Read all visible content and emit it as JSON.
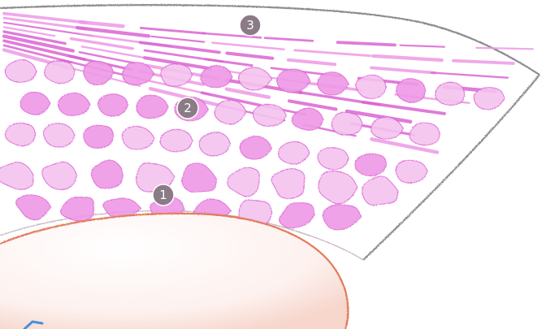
{
  "markers": [
    {
      "label": "1"
    },
    {
      "label": "2"
    },
    {
      "label": "3"
    }
  ],
  "colors": {
    "cell_fill": "#ee99e6",
    "cell_fill_light": "#f4c3ef",
    "cell_stroke": "#db64d3",
    "outline": "#8d8d8d",
    "bulge_stroke": "#e27a5c",
    "bulge_fill": "#fbeae6",
    "marker_fill": "#8b7b86",
    "marker_stroke": "#ffffff"
  }
}
